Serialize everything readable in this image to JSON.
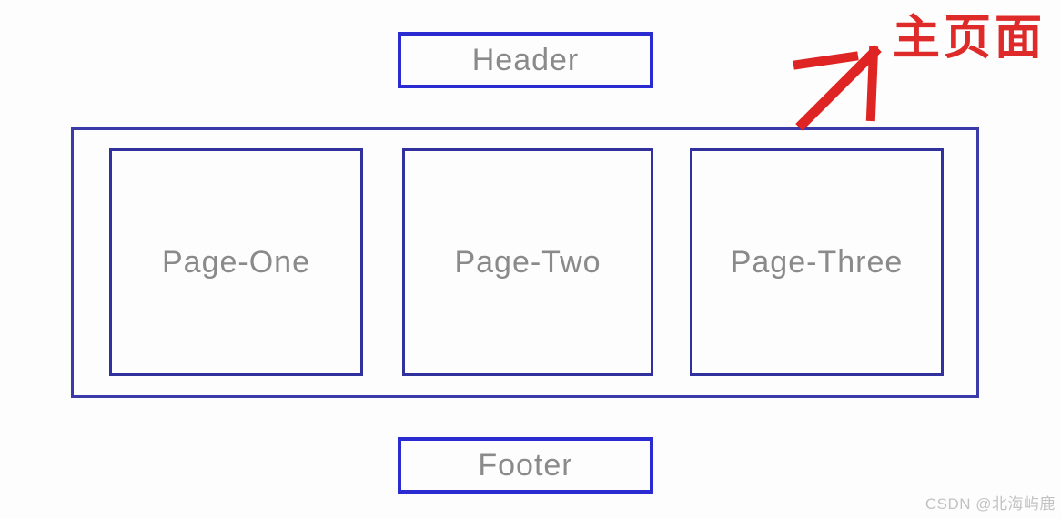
{
  "diagram": {
    "header": {
      "label": "Header"
    },
    "container": {
      "name": "main-page-container"
    },
    "pages": [
      {
        "label": "Page-One"
      },
      {
        "label": "Page-Two"
      },
      {
        "label": "Page-Three"
      }
    ],
    "footer": {
      "label": "Footer"
    },
    "annotation": {
      "label": "主页面",
      "arrow_icon": "arrow-up-right-icon"
    },
    "watermark": {
      "label": "CSDN @北海屿鹿"
    }
  },
  "colors": {
    "bright_blue": "#2b2bd2",
    "container_blue": "#3a3aa8",
    "page_blue": "#31319e",
    "label_gray": "#8a8a8a",
    "annotation_red": "#df2a2a",
    "watermark_gray": "#c2c2c2",
    "background": "#fdfdfd"
  }
}
